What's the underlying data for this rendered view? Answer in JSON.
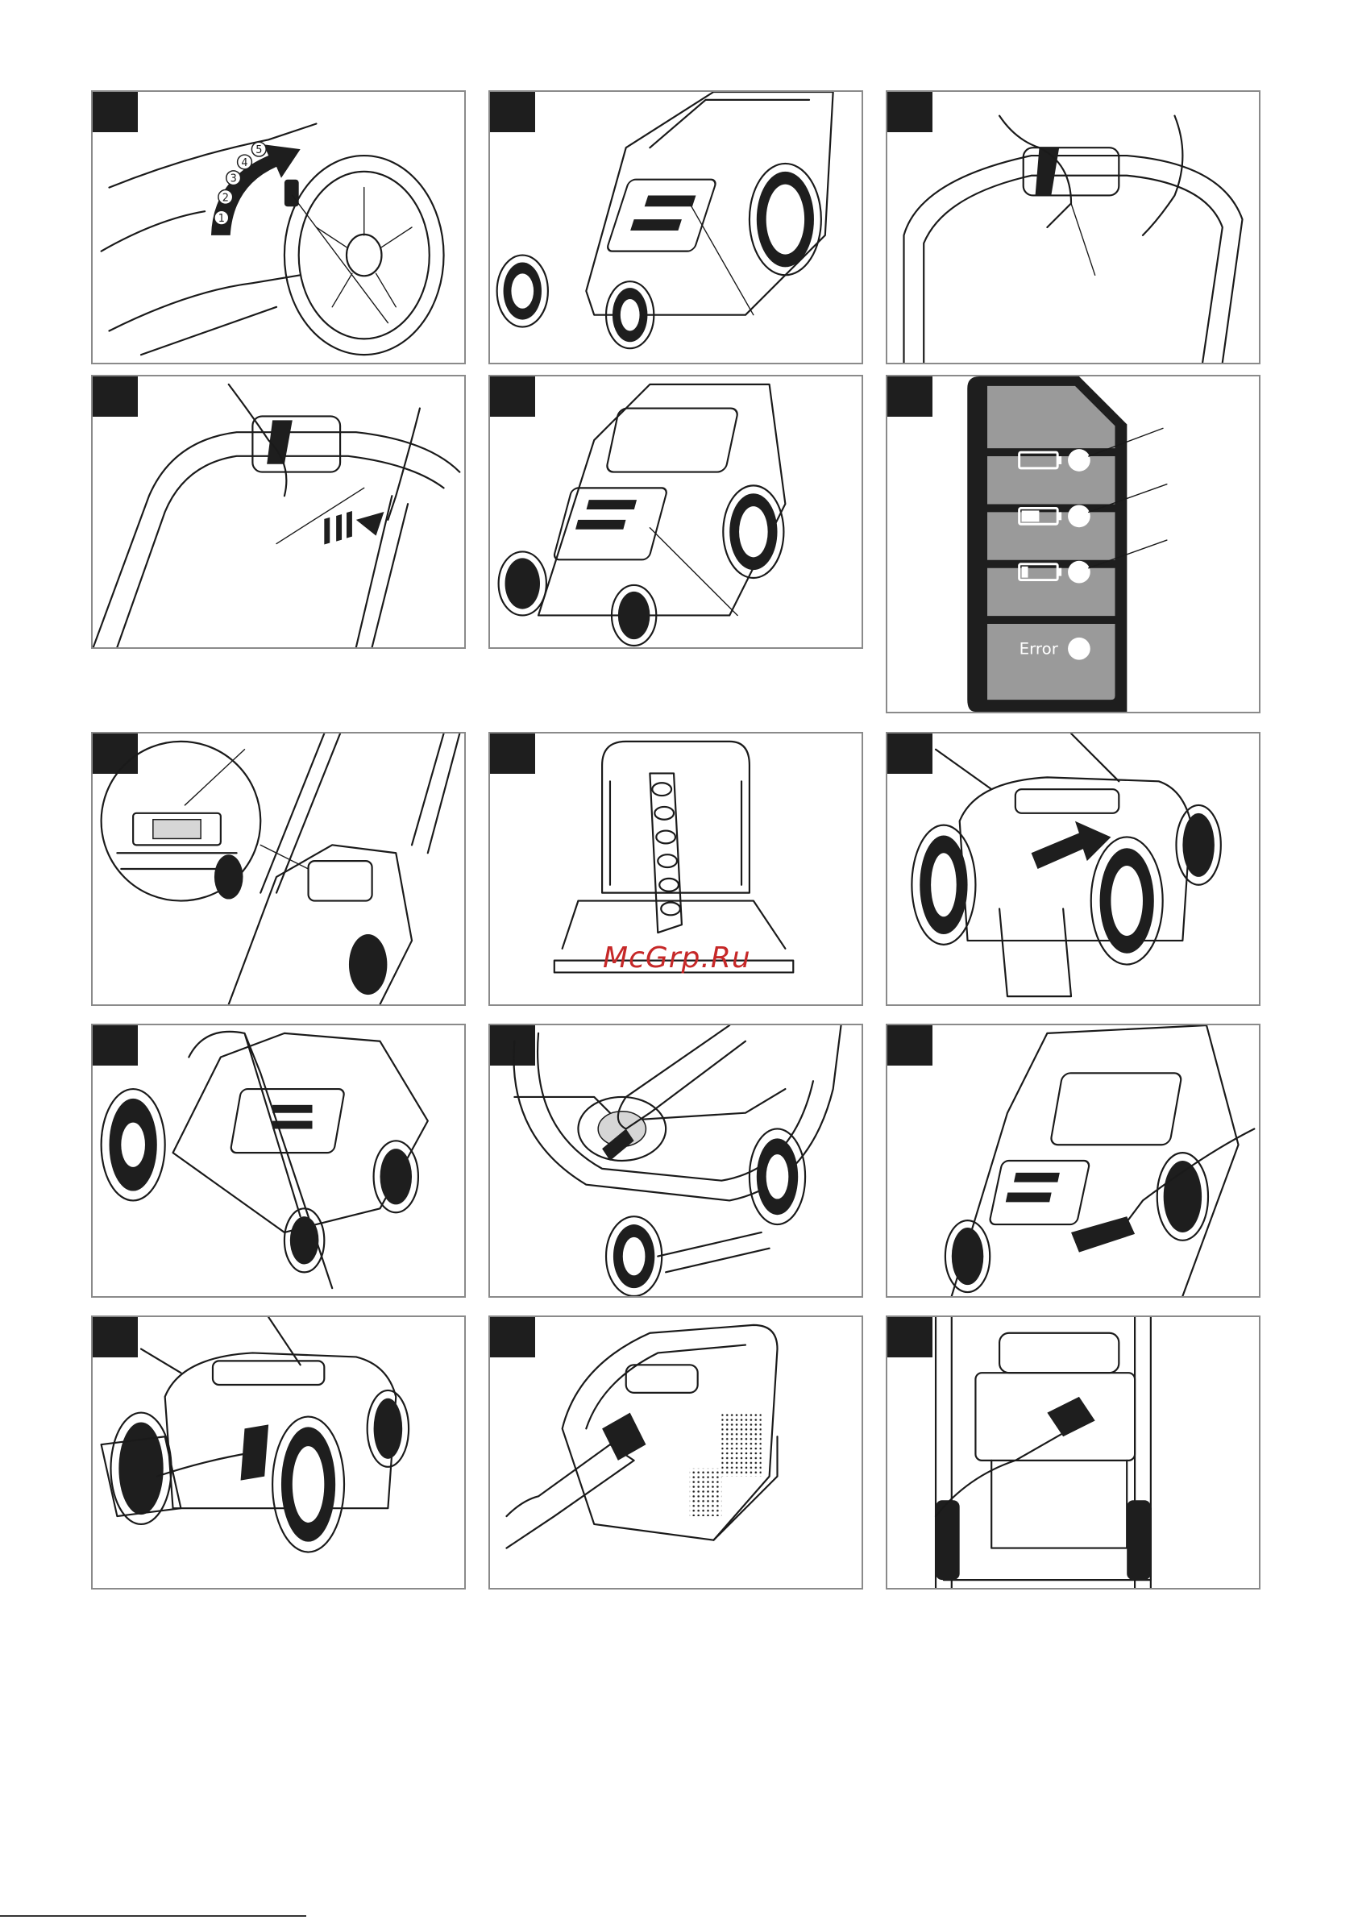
{
  "watermark": "McGrp.Ru",
  "panel6": {
    "error_label": "Error"
  },
  "dial_numbers": [
    "1",
    "2",
    "3",
    "4",
    "5"
  ]
}
